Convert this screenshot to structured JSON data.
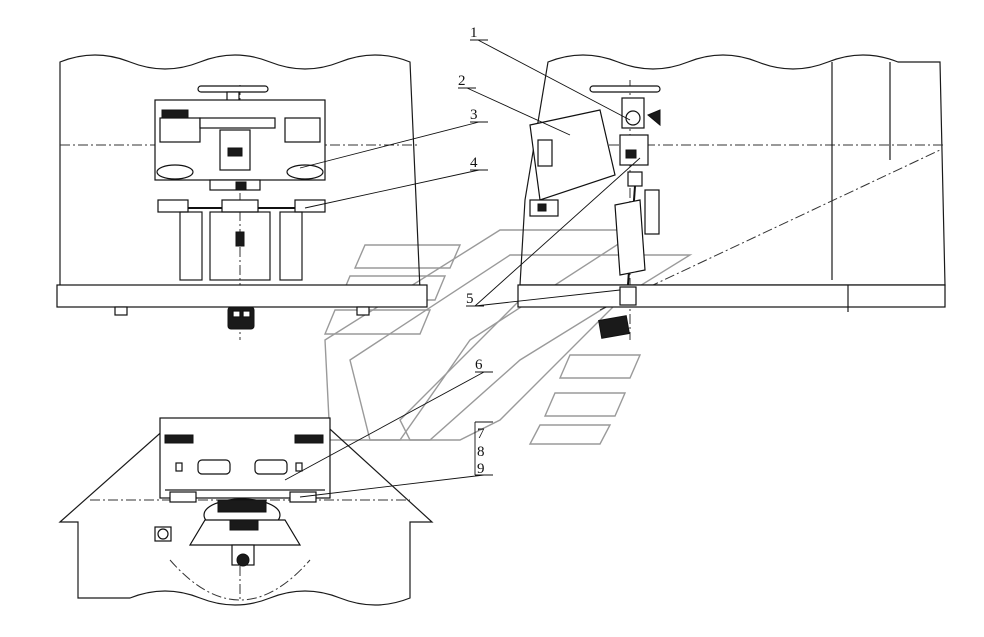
{
  "callouts": {
    "c1": "1",
    "c2": "2",
    "c3": "3",
    "c4": "4",
    "c5": "5",
    "c6": "6",
    "c7": "7",
    "c8": "8",
    "c9": "9"
  },
  "colors": {
    "line": "#1a1a1a",
    "watermark": "#9a9a9a",
    "background": "#ffffff"
  }
}
